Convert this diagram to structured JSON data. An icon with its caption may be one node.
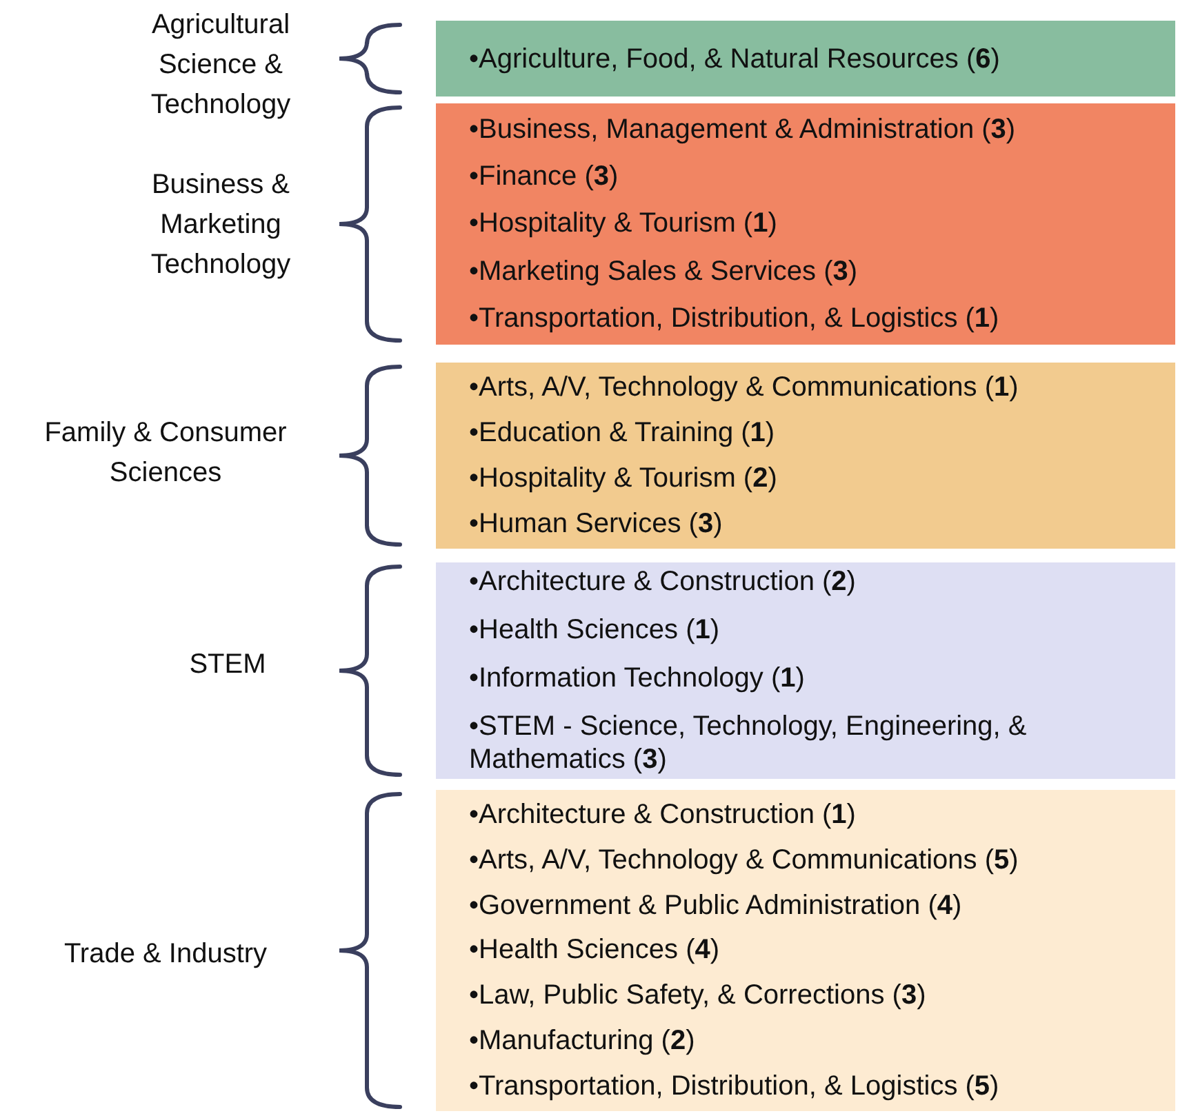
{
  "diagram": {
    "nodes": [
      {
        "text": [
          "•Agriculture, Food, & Natural Resources (**6**)"
        ]
      },
      {
        "text": [
          "•Business, Management & Administration (**3**)",
          "•Finance (**3**)",
          "•Hospitality & Tourism (**1**)",
          "•Marketing Sales & Services (**3**)",
          "•Transportation, Distribution, & Logistics (**1**)"
        ]
      },
      {
        "text": [
          "•Arts, A/V, Technology & Communications (**1**)",
          "•Education & Training (**1**)",
          "•Hospitality & Tourism (**2**)",
          "•Human Services (**3**)"
        ]
      },
      {
        "text": [
          "•Architecture & Construction (**2**)",
          "•Health Sciences (**1**)",
          "•Information Technology (**1**)",
          "•STEM - Science, Technology, Engineering, & Mathematics (**3**)"
        ]
      },
      {
        "text": [
          "•Architecture & Construction (**1**)",
          "•Arts, A/V, Technology & Communications (**5**)",
          "•Government & Public Administration (**4**)",
          "•Health Sciences (**4**)",
          "•Law, Public Safety, & Corrections (**3**)",
          "•Manufacturing (**2**)",
          "•Transportation, Distribution, & Logistics (**5**)"
        ]
      }
    ],
    "labels": [
      "Agricultural Science & Technology",
      "Business & Marketing Technology",
      "Family & Consumer Sciences",
      "STEM",
      "Trade & Industry"
    ]
  }
}
